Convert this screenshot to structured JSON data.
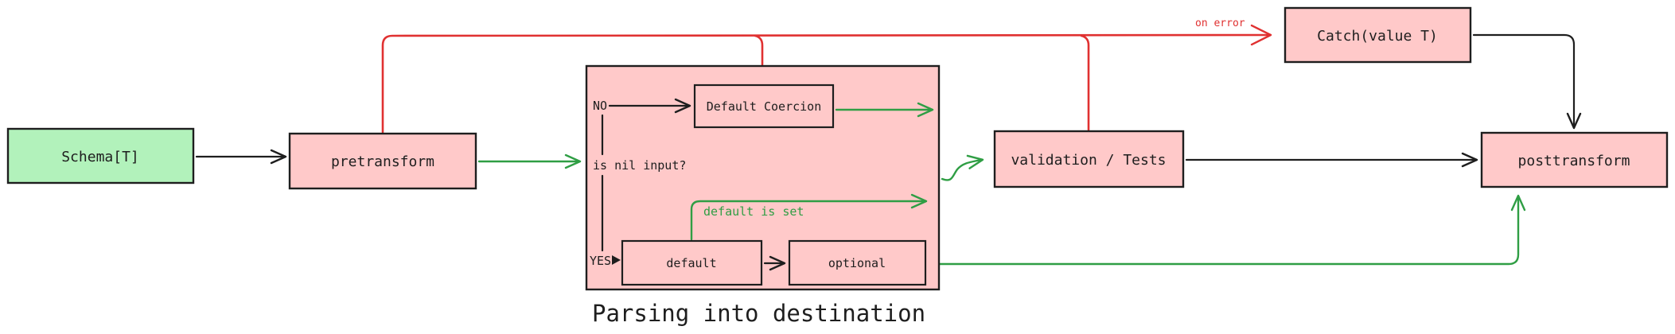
{
  "diagram": {
    "caption": "Parsing into destination",
    "nodes": {
      "schema": {
        "label": "Schema[T]"
      },
      "pretransform": {
        "label": "pretransform"
      },
      "default_coercion": {
        "label": "Default Coercion"
      },
      "default": {
        "label": "default"
      },
      "optional": {
        "label": "optional"
      },
      "validation": {
        "label": "validation / Tests"
      },
      "catch": {
        "label": "Catch(value T)"
      },
      "posttransform": {
        "label": "posttransform"
      }
    },
    "edge_labels": {
      "no": "NO",
      "yes": "YES",
      "is_nil_input": "is nil input?",
      "default_is_set": "default is set",
      "on_error": "on error"
    },
    "colors": {
      "node_green_fill": "#b2f2bb",
      "node_pink_fill": "#ffc9c9",
      "outline": "#1e1e1e",
      "error_red": "#e03131",
      "success_green": "#2f9e44",
      "background": "#ffffff"
    }
  }
}
